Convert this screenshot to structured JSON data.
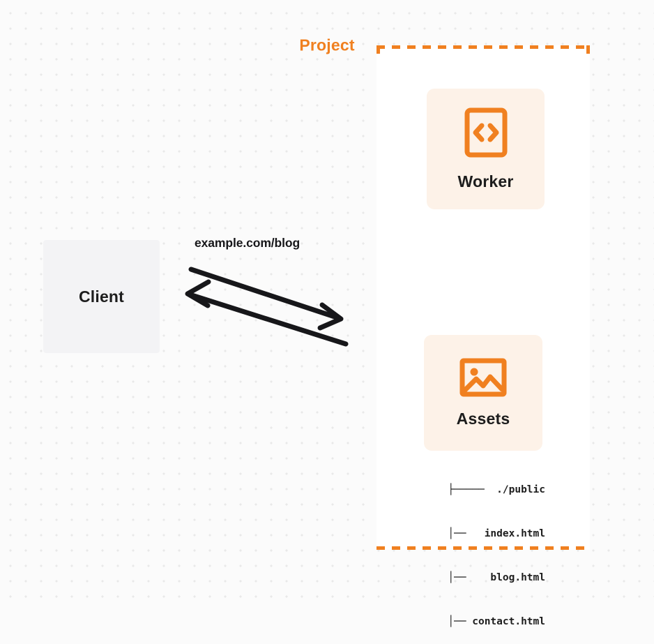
{
  "diagram": {
    "title": "Project",
    "background_color": "#fbfbfb",
    "accent_color": "#f08020",
    "card_color": "#fdf2e8",
    "client_color": "#f3f3f5",
    "text_color": "#1d1d1d"
  },
  "client": {
    "label": "Client",
    "icon": "client-box"
  },
  "connection": {
    "label": "example.com/blog",
    "request_direction": "client-to-project",
    "response_direction": "project-to-client"
  },
  "project": {
    "label": "Project",
    "resources": [
      {
        "id": "worker",
        "label": "Worker",
        "icon": "code-brackets-icon"
      },
      {
        "id": "assets",
        "label": "Assets",
        "icon": "image-icon"
      }
    ],
    "file_tree": [
      {
        "prefix": "├─────",
        "name": "./public"
      },
      {
        "prefix": "│──",
        "name": "index.html"
      },
      {
        "prefix": "│──",
        "name": "blog.html"
      },
      {
        "prefix": "│──",
        "name": "contact.html"
      }
    ],
    "file_tree_lines": [
      "├─────  ./public",
      "│──   index.html",
      "│──    blog.html",
      "│── contact.html"
    ]
  }
}
